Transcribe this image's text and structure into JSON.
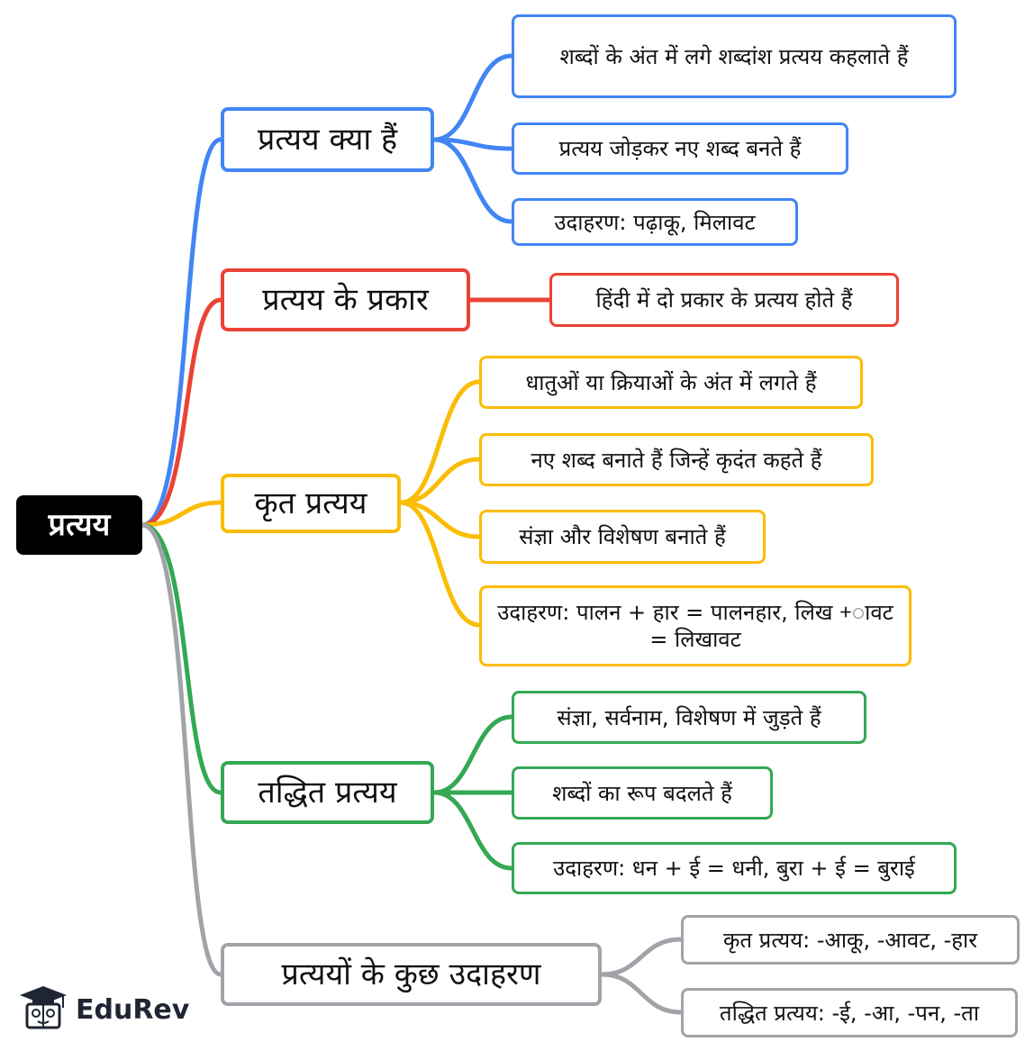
{
  "root": {
    "label": "प्रत्यय"
  },
  "branches": [
    {
      "label": "प्रत्यय क्या हैं",
      "color": "#4285f4",
      "children": [
        "शब्दों के अंत में लगे शब्दांश प्रत्यय कहलाते हैं",
        "प्रत्यय जोड़कर नए शब्द बनते हैं",
        "उदाहरण: पढ़ाकू, मिलावट"
      ]
    },
    {
      "label": "प्रत्यय के प्रकार",
      "color": "#ea4335",
      "children": [
        "हिंदी में दो प्रकार के प्रत्यय होते हैं"
      ]
    },
    {
      "label": "कृत प्रत्यय",
      "color": "#fbbc04",
      "children": [
        "धातुओं या क्रियाओं के अंत में लगते हैं",
        "नए शब्द बनाते हैं जिन्हें कृदंत कहते हैं",
        "संज्ञा और विशेषण बनाते हैं",
        "उदाहरण: पालन + हार = पालनहार, लिख +ावट = लिखावट"
      ]
    },
    {
      "label": "तद्धित प्रत्यय",
      "color": "#34a853",
      "children": [
        "संज्ञा, सर्वनाम, विशेषण में जुड़ते हैं",
        "शब्दों का रूप बदलते हैं",
        "उदाहरण: धन + ई = धनी, बुरा + ई = बुराई"
      ]
    },
    {
      "label": "प्रत्ययों के कुछ उदाहरण",
      "color": "#a0a3a8",
      "children": [
        "कृत प्रत्यय: -आकू, -आवट, -हार",
        "तद्धित प्रत्यय: -ई, -आ, -पन, -ता"
      ]
    }
  ],
  "brand": {
    "name": "EduRev",
    "icon": "graduation-cap-book-icon"
  }
}
